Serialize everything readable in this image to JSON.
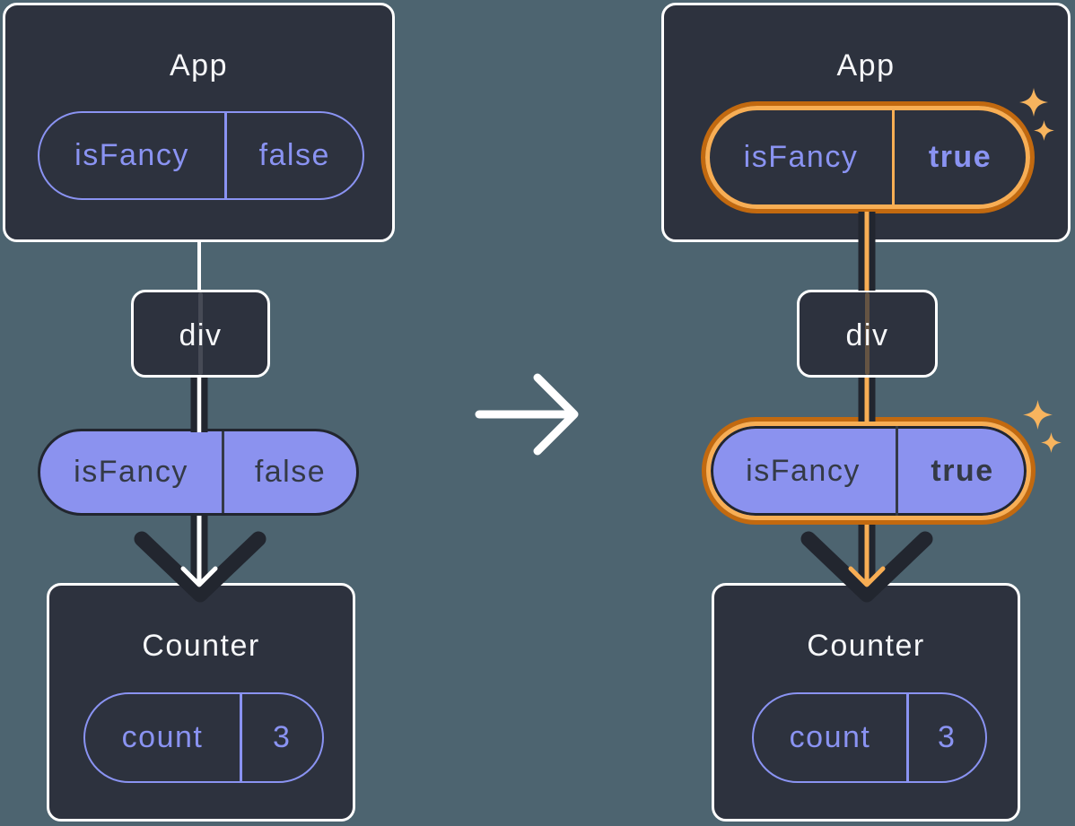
{
  "colors": {
    "background": "#4D6470",
    "box_fill": "#2D323E",
    "box_border": "#FFFFFF",
    "accent_purple": "#8A93F2",
    "pill_fill_purple": "#8B92EF",
    "dark_ink": "#22262F",
    "highlight_ring_outer": "#C2690F",
    "highlight_ring_inner": "#F8AE54",
    "sparkle": "#F7B45E"
  },
  "before": {
    "app": {
      "title": "App",
      "prop": {
        "name": "isFancy",
        "value": "false"
      }
    },
    "container": {
      "title": "div"
    },
    "passed_prop": {
      "name": "isFancy",
      "value": "false"
    },
    "counter": {
      "title": "Counter",
      "state": {
        "name": "count",
        "value": "3"
      }
    }
  },
  "after": {
    "app": {
      "title": "App",
      "prop": {
        "name": "isFancy",
        "value": "true"
      }
    },
    "container": {
      "title": "div"
    },
    "passed_prop": {
      "name": "isFancy",
      "value": "true"
    },
    "counter": {
      "title": "Counter",
      "state": {
        "name": "count",
        "value": "3"
      }
    }
  },
  "icons": {
    "transition_arrow": "right-arrow",
    "sparkle": "four-point-sparkle",
    "flow_arrowhead": "down-chevron"
  }
}
